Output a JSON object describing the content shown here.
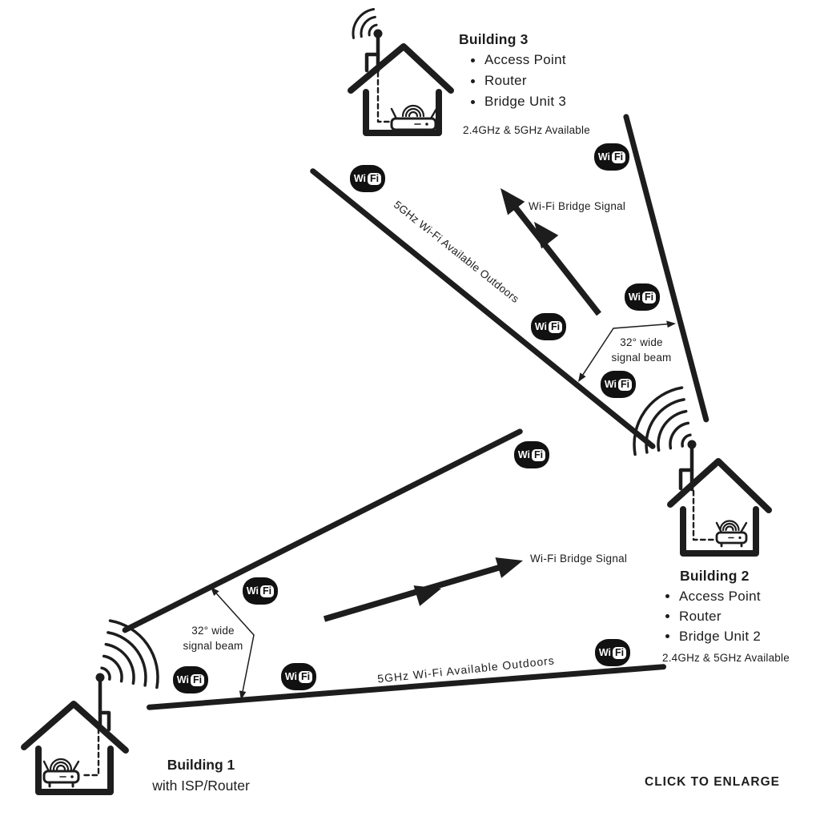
{
  "buildings": {
    "building3": {
      "title": "Building 3",
      "bullets": [
        "Access Point",
        "Router",
        "Bridge Unit 3"
      ],
      "availability": "2.4GHz & 5GHz Available"
    },
    "building2": {
      "title": "Building 2",
      "bullets": [
        "Access Point",
        "Router",
        "Bridge Unit 2"
      ],
      "availability": "2.4GHz & 5GHz Available"
    },
    "building1": {
      "title": "Building 1",
      "subtitle": "with ISP/Router"
    }
  },
  "beam_labels": {
    "upper_outdoor": "5GHz Wi-Fi Available Outdoors",
    "lower_outdoor": "5GHz Wi-Fi Available Outdoors",
    "upper_bridge_arrow": "Wi-Fi Bridge Signal",
    "lower_bridge_arrow": "Wi-Fi Bridge Signal",
    "upper_beam_width": {
      "line1": "32° wide",
      "line2": "signal beam"
    },
    "lower_beam_width": {
      "line1": "32° wide",
      "line2": "signal beam"
    }
  },
  "wifi_badge": {
    "wi": "Wi",
    "fi": "Fi"
  },
  "footer": {
    "click_to_enlarge": "CLICK TO ENLARGE"
  },
  "colors": {
    "ink": "#1d1d1d",
    "background": "#ffffff"
  }
}
